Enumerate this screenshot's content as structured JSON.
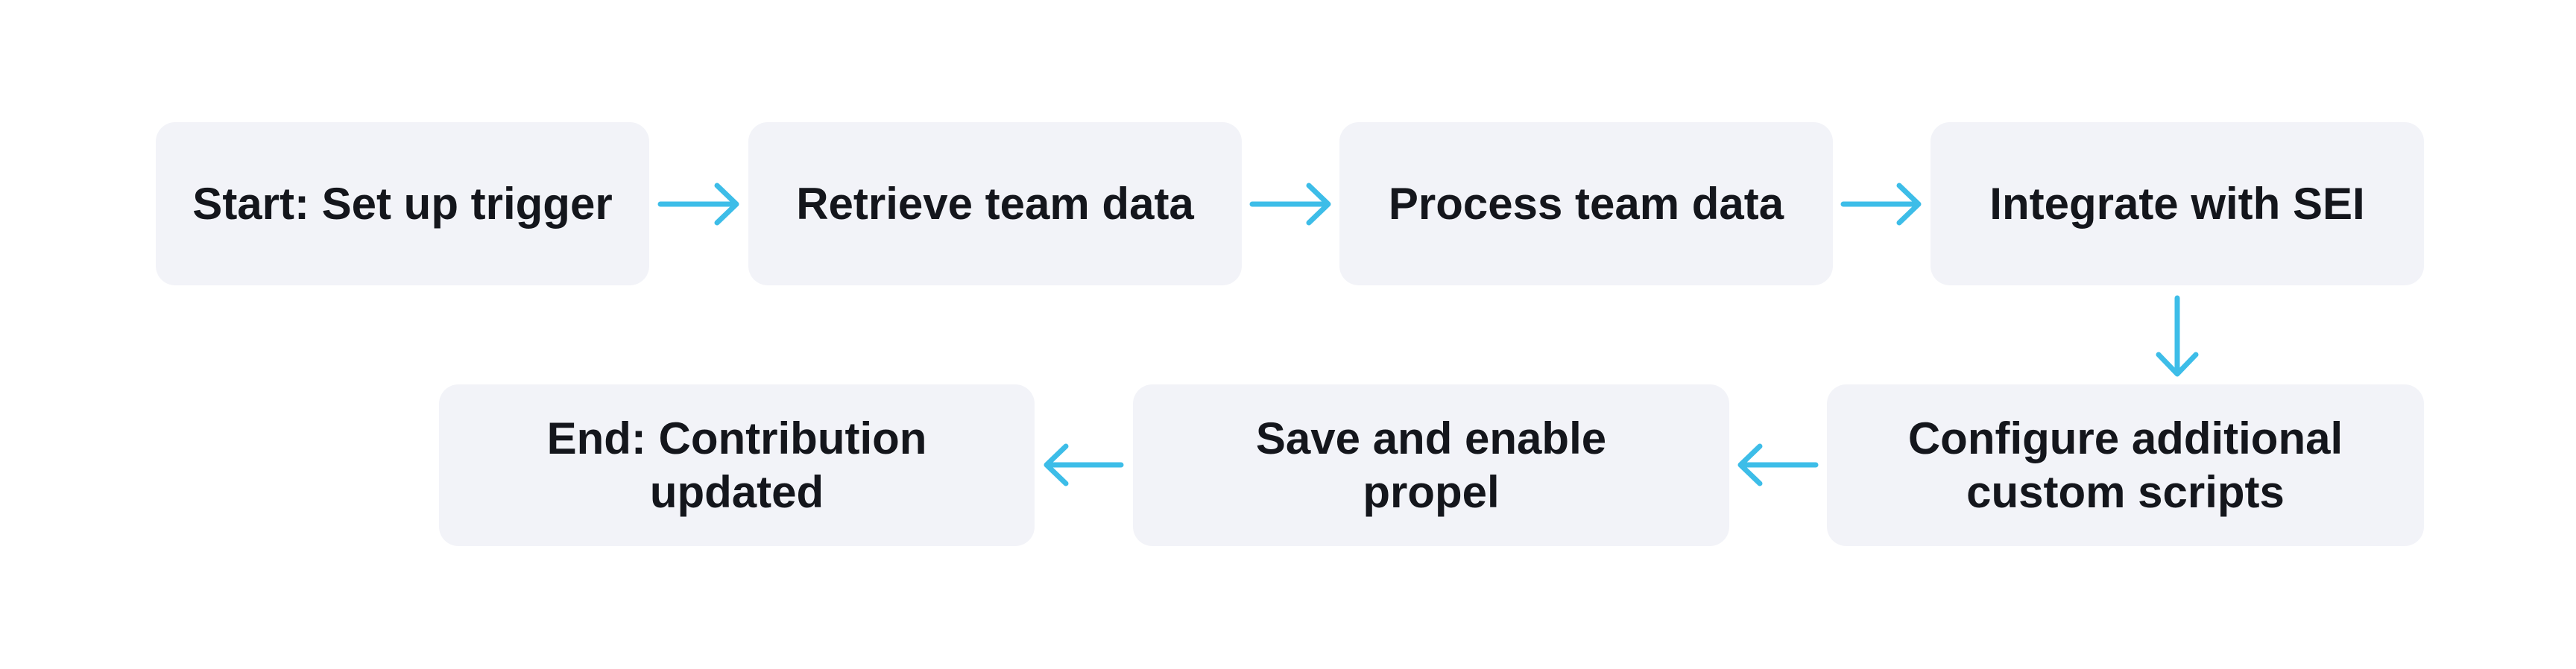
{
  "diagram": {
    "nodes": [
      {
        "id": "n1",
        "label": "Start: Set up trigger"
      },
      {
        "id": "n2",
        "label": "Retrieve team data"
      },
      {
        "id": "n3",
        "label": "Process team data"
      },
      {
        "id": "n4",
        "label": "Integrate with SEI"
      },
      {
        "id": "n5",
        "label": "Configure additional\ncustom scripts"
      },
      {
        "id": "n6",
        "label": "Save and enable\npropel"
      },
      {
        "id": "n7",
        "label": "End: Contribution\nupdated"
      }
    ],
    "edges": [
      {
        "from": "n1",
        "to": "n2"
      },
      {
        "from": "n2",
        "to": "n3"
      },
      {
        "from": "n3",
        "to": "n4"
      },
      {
        "from": "n4",
        "to": "n5"
      },
      {
        "from": "n5",
        "to": "n6"
      },
      {
        "from": "n6",
        "to": "n7"
      }
    ],
    "colors": {
      "node_fill": "#f2f3f8",
      "arrow": "#3dbde8",
      "text": "#14161c"
    }
  }
}
